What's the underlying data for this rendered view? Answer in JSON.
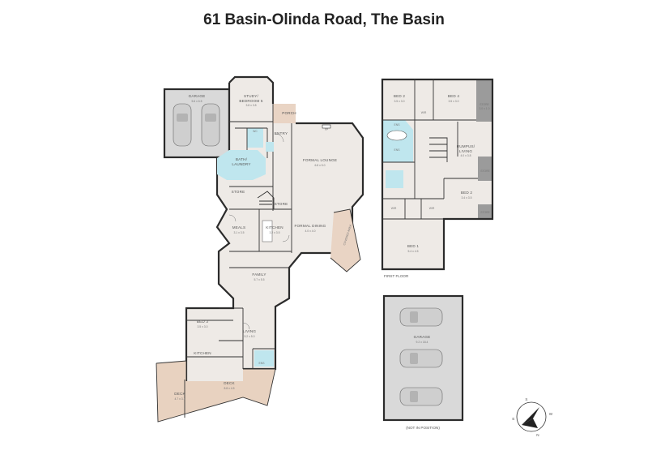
{
  "title": "61 Basin-Olinda Road, The Basin",
  "ground_floor": {
    "rooms": {
      "garage": {
        "name": "GARAGE",
        "dims": "5.6 x 6.5"
      },
      "study": {
        "name": "STUDY/",
        "name2": "BEDROOM 5",
        "dims": "3.8 x 3.8"
      },
      "porch": {
        "name": "PORCH"
      },
      "wc": {
        "name": "WC"
      },
      "entry": {
        "name": "ENTRY"
      },
      "fp": {
        "name": "FP"
      },
      "formal_lounge": {
        "name": "FORMAL LOUNGE",
        "dims": "6.8 x 5.0"
      },
      "bath_laundry": {
        "name": "BATH/",
        "name2": "LAUNDRY"
      },
      "store1": {
        "name": "STORE"
      },
      "store2": {
        "name": "STORE"
      },
      "kitchen_main": {
        "name": "KITCHEN",
        "dims": "3.2 x 3.5"
      },
      "meals": {
        "name": "MEALS",
        "dims": "3.1 x 3.5"
      },
      "formal_dining": {
        "name": "FORMAL DINING",
        "dims": "4.0 x 4.0"
      },
      "covered_area": {
        "name": "COVERED AREA"
      },
      "family": {
        "name": "FAMILY",
        "dims": "5.7 x 5.5"
      },
      "bed3": {
        "name": "BED 3",
        "dims": "3.5 x 3.0"
      },
      "living": {
        "name": "LIVING",
        "dims": "5.2 x 5.0"
      },
      "kitchen2": {
        "name": "KITCHEN"
      },
      "ens_ground": {
        "name": "ENS"
      },
      "deck": {
        "name": "DECK",
        "dims": "8.8 x 4.5"
      },
      "deck2": {
        "name": "DECK",
        "dims": "4.7 x 3.1"
      }
    }
  },
  "first_floor": {
    "label": "FIRST FLOOR",
    "rooms": {
      "bed2": {
        "name": "BED 2",
        "dims": "3.5 x 3.0"
      },
      "bed4": {
        "name": "BED 4",
        "dims": "3.5 x 3.0"
      },
      "store_a": {
        "name": "STORE",
        "dims": "3.0 x 1.0"
      },
      "wir": {
        "name": "WIR"
      },
      "ens": {
        "name": "ENS"
      },
      "ens2": {
        "name": "ENS"
      },
      "rumpus": {
        "name": "RUMPUS/",
        "name2": "LIVING",
        "dims": "4.0 x 3.8"
      },
      "store_b": {
        "name": "STORE"
      },
      "bed2b": {
        "name": "BED 2",
        "dims": "3.4 x 3.5"
      },
      "store_c": {
        "name": "STORE"
      },
      "wir2": {
        "name": "WIR"
      },
      "wir3": {
        "name": "WIR"
      },
      "bed1": {
        "name": "BED 1",
        "dims": "5.4 x 4.5"
      }
    }
  },
  "outbuilding": {
    "name": "GARAGE",
    "dims": "9.2 x 18.4",
    "note": "(NOT IN POSITION)"
  },
  "compass": {
    "n": "N",
    "s": "S",
    "e": "E",
    "w": "W"
  },
  "colors": {
    "wall": "#2b2b2b",
    "floor": "#eeeae6",
    "wet": "#bfe6ee",
    "deck": "#e8d2c0",
    "store": "#9b9b9b"
  }
}
